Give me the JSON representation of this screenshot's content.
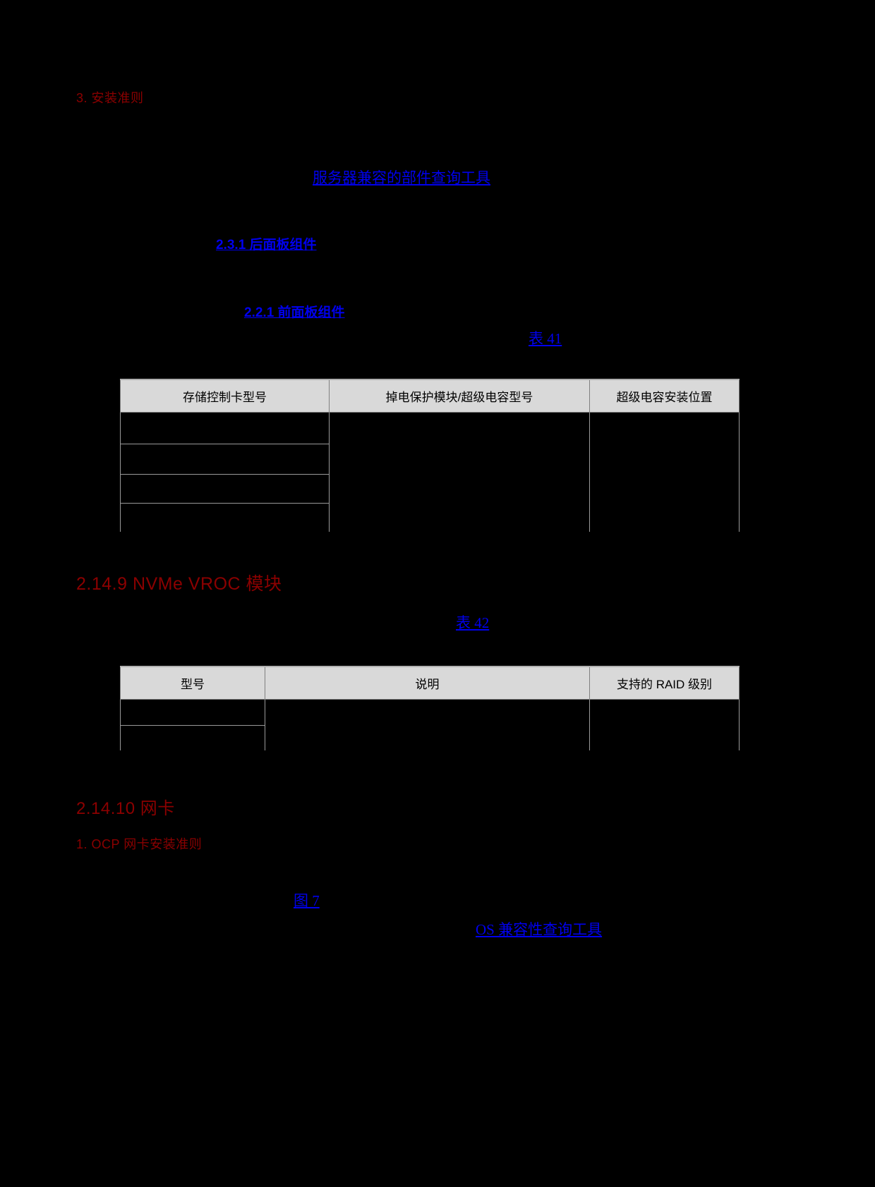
{
  "page": {
    "background": "#000000",
    "heading_color": "#8B0000",
    "link_color": "#0000EE",
    "table_header_bg": "#D9D9D9"
  },
  "headings": {
    "install_guidelines": "3. 安装准则",
    "nvme_vroc": "2.14.9  NVMe VROC 模块",
    "nic": "2.14.10  网卡",
    "ocp_guidelines": "1. OCP 网卡安装准则"
  },
  "links": {
    "compat_tool": "服务器兼容的部件查询工具",
    "rear_panel": "2.3.1  后面板组件",
    "front_panel": "2.2.1  前面板组件",
    "table41": "表 41",
    "table42": "表 42",
    "figure7": "图 7",
    "os_compat_tool": "OS 兼容性查询工具"
  },
  "table41": {
    "caption_link": "表 41",
    "columns": [
      "存储控制卡型号",
      "掉电保护模块/超级电容型号",
      "超级电容安装位置"
    ],
    "rows": [
      [
        "",
        "",
        ""
      ],
      [
        "",
        "",
        ""
      ],
      [
        "",
        "",
        ""
      ],
      [
        "",
        "",
        ""
      ]
    ]
  },
  "table42": {
    "caption_link": "表 42",
    "columns": [
      "型号",
      "说明",
      "支持的 RAID 级别"
    ],
    "rows": [
      [
        "",
        "",
        ""
      ],
      [
        "",
        "",
        ""
      ]
    ]
  }
}
